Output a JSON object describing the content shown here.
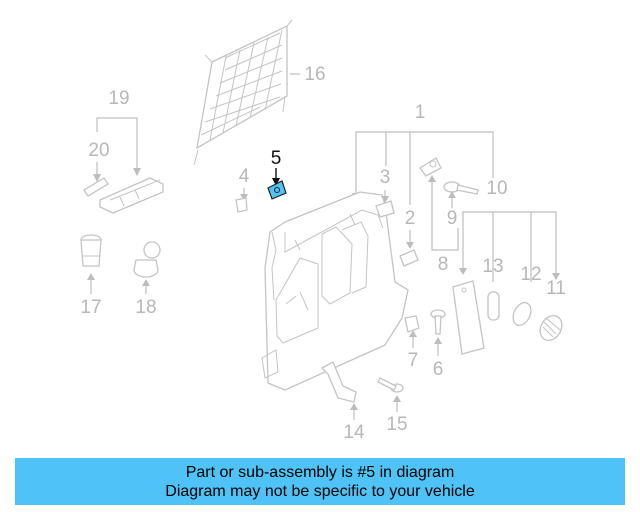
{
  "diagram": {
    "highlighted_part": "5",
    "colors": {
      "highlight": "#4fc3f7",
      "banner": "#4fc3f7",
      "line": "#c4c4c4"
    },
    "callouts": [
      "1",
      "2",
      "3",
      "4",
      "5",
      "6",
      "7",
      "8",
      "9",
      "10",
      "11",
      "12",
      "13",
      "14",
      "15",
      "16",
      "17",
      "18",
      "19",
      "20"
    ]
  },
  "caption": {
    "line1": "Part or sub-assembly is #5 in diagram",
    "line2": "Diagram may not be specific to your vehicle"
  }
}
